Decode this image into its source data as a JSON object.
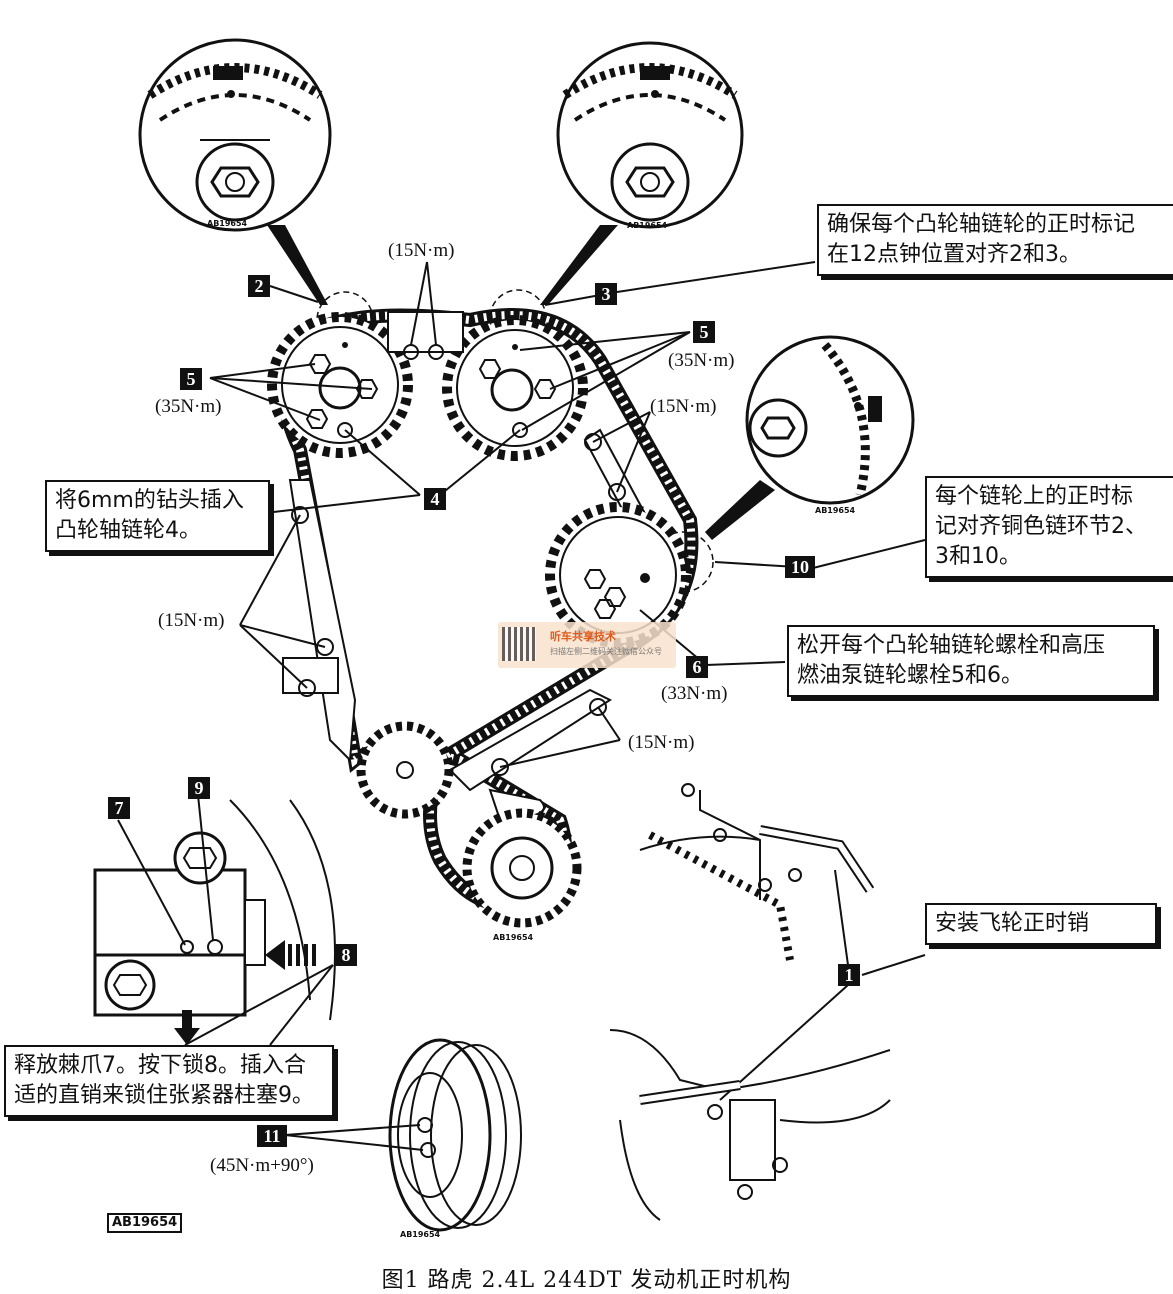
{
  "callouts": {
    "c3": "确保每个凸轮轴链轮的正时标记\n在12点钟位置对齐2和3。",
    "c4": "将6mm的钻头插入\n凸轮轴链轮4。",
    "c10": "每个链轮上的正时标\n记对齐铜色链环节2、\n3和10。",
    "c6": "松开每个凸轮轴链轮螺栓和高压\n燃油泵链轮螺栓5和6。",
    "c1": "安装飞轮正时销",
    "c7": "释放棘爪7。按下锁8。插入合\n适的直销来锁住张紧器柱塞9。"
  },
  "markers": {
    "n1": "1",
    "n2": "2",
    "n3": "3",
    "n4": "4",
    "n5a": "5",
    "n5b": "5",
    "n6": "6",
    "n7": "7",
    "n8": "8",
    "n9": "9",
    "n10": "10",
    "n11": "11"
  },
  "torques": {
    "t_top": "(15N·m)",
    "t_5a": "(35N·m)",
    "t_5b": "(35N·m)",
    "t_guide": "(15N·m)",
    "t_left": "(15N·m)",
    "t_6": "(33N·m)",
    "t_lower": "(15N·m)",
    "t_11": "(45N·m+90°)"
  },
  "refs": {
    "ab1": "AB19654",
    "ab2": "AB19654",
    "ab3": "AB19654",
    "ab4": "AB19654",
    "ab5": "AB19654",
    "ab_box": "AB19654"
  },
  "watermark": {
    "title": "听车共享技术",
    "subtitle": "扫描左侧二维码关注微信公众号"
  },
  "caption": "图1  路虎 2.4L 244DT 发动机正时机构"
}
